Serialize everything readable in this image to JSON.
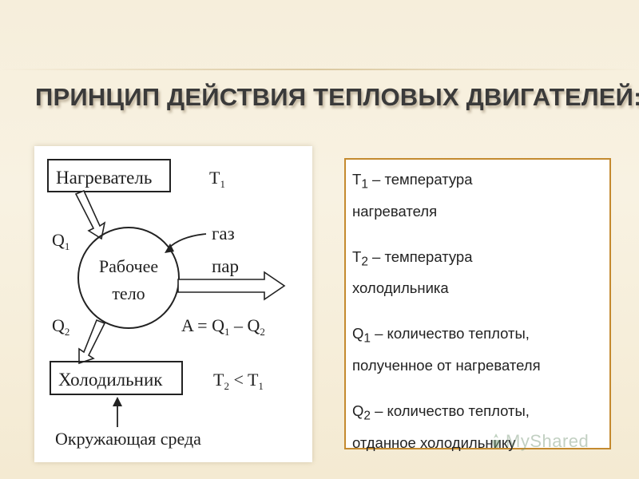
{
  "title": "ПРИНЦИП ДЕЙСТВИЯ ТЕПЛОВЫХ ДВИГАТЕЛЕЙ:",
  "diagram": {
    "heater": "Нагреватель",
    "t1": "T",
    "t1_sub": "1",
    "q1": "Q",
    "q1_sub": "1",
    "working_body_line1": "Рабочее",
    "working_body_line2": "тело",
    "gas": "газ",
    "steam": "пар",
    "q2": "Q",
    "q2_sub": "2",
    "work_formula_a": "A = Q",
    "work_formula_b": "1",
    "work_formula_c": " – Q",
    "work_formula_d": "2",
    "cooler": "Холодильник",
    "t2_lt_t1_a": "T",
    "t2_lt_t1_b": "2",
    "t2_lt_t1_c": " < T",
    "t2_lt_t1_d": "1",
    "environment": "Окружающая среда"
  },
  "legend": [
    {
      "symbol": "T",
      "sub": "1",
      "line1": " – температура",
      "line2": "нагревателя"
    },
    {
      "symbol": "T",
      "sub": "2",
      "line1": " – температура",
      "line2": "холодильника"
    },
    {
      "symbol": "Q",
      "sub": "1",
      "line1": " – количество теплоты,",
      "line2": "полученное от нагревателя"
    },
    {
      "symbol": "Q",
      "sub": "2",
      "line1": " – количество теплоты,",
      "line2": "отданное холодильнику"
    }
  ],
  "watermark": "MyShared",
  "colors": {
    "legend_border": "#c48a2f",
    "title": "#3a3a3a",
    "watermark": "#78967a"
  }
}
